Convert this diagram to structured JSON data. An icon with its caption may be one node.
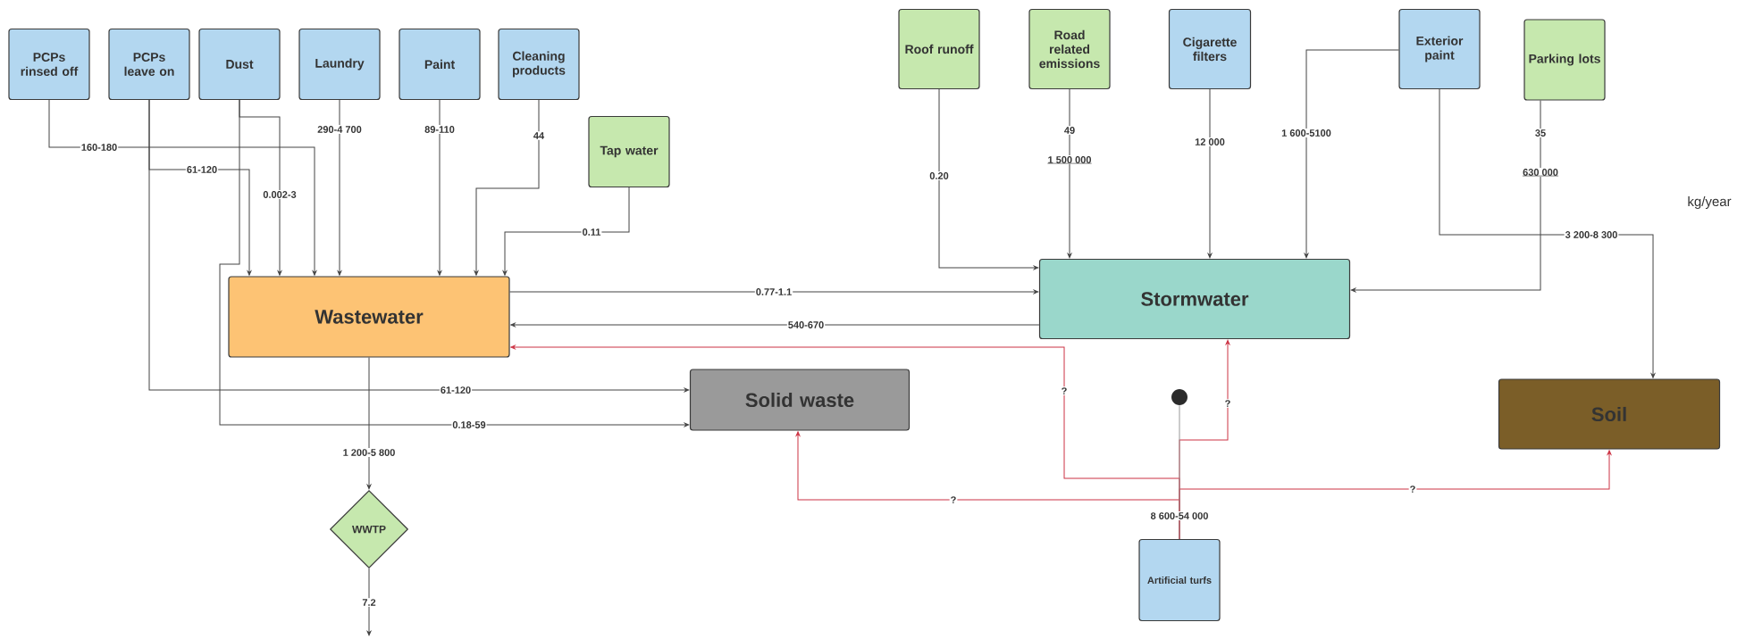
{
  "diagram": {
    "nodes": [
      {
        "text": [
          "PCPs rinsed off"
        ]
      },
      {
        "text": [
          "PCPs leave on"
        ]
      },
      {
        "text": [
          "Dust"
        ]
      },
      {
        "text": [
          "Laundry"
        ]
      },
      {
        "text": [
          "Paint"
        ]
      },
      {
        "text": [
          "Cleaning products"
        ]
      },
      {
        "text": [
          "Roof runoff"
        ]
      },
      {
        "text": [
          "Road related emissions"
        ]
      },
      {
        "text": [
          "Cigarette filters"
        ]
      },
      {
        "text": [
          "Exterior paint"
        ]
      },
      {
        "text": [
          "Parking lots"
        ]
      },
      {
        "text": [
          "Tap water"
        ]
      },
      {
        "text": [
          "Wastewater"
        ]
      },
      {
        "text": [
          "Stormwater"
        ]
      },
      {
        "text": [
          "Solid waste"
        ]
      },
      {
        "text": [
          "Soil"
        ]
      },
      {
        "text": [],
        "shape": "circle"
      },
      {
        "text": [
          "WWTP"
        ]
      },
      {
        "text": [
          "Artificial turfs"
        ]
      }
    ],
    "edges": [
      {
        "from": 0,
        "to": 12,
        "arrow": "to",
        "label": "160-180"
      },
      {
        "from": 1,
        "to": 12,
        "arrow": "to",
        "label": "61-120"
      },
      {
        "from": 2,
        "to": 12,
        "arrow": "to",
        "label": "0.002-3"
      },
      {
        "from": 3,
        "to": 12,
        "arrow": "to",
        "label": "290-4 700"
      },
      {
        "from": 4,
        "to": 12,
        "arrow": "to",
        "label": "89-110"
      },
      {
        "from": 5,
        "to": 12,
        "arrow": "to",
        "label": "44"
      },
      {
        "from": 11,
        "to": 12,
        "arrow": "to",
        "label": "0.11"
      },
      {
        "from": 1,
        "to": 14,
        "arrow": "to",
        "label": "61-120"
      },
      {
        "from": 2,
        "to": 14,
        "arrow": "to",
        "label": "0.18-59"
      },
      {
        "from": 12,
        "to": 17,
        "arrow": "to",
        "label": "1 200-5 800"
      },
      {
        "from": 17,
        "to": null,
        "arrow": "to",
        "label": "7.2"
      },
      {
        "from": 12,
        "to": 13,
        "arrow": "to",
        "label": "0.77-1.1"
      },
      {
        "from": 13,
        "to": 12,
        "arrow": "to",
        "label": "540-670"
      },
      {
        "from": 6,
        "to": 13,
        "arrow": "to",
        "label": "0.20"
      },
      {
        "from": 7,
        "to": 13,
        "arrow": "to",
        "label": "49"
      },
      {
        "from": 8,
        "to": 13,
        "arrow": "to",
        "label": "12 000"
      },
      {
        "from": 9,
        "to": 13,
        "arrow": "to",
        "label": "1 600-5100"
      },
      {
        "from": 10,
        "to": 13,
        "arrow": "to",
        "label": "35"
      },
      {
        "from": 9,
        "to": 15,
        "arrow": "to",
        "label": "3 200-8 300"
      },
      {
        "from": 18,
        "to": 16,
        "arrow": "none",
        "label": "8 600-54 000",
        "color": "#999999"
      },
      {
        "from": 18,
        "to": 13,
        "arrow": "to",
        "label": "?",
        "color": "#cc3344"
      },
      {
        "from": 18,
        "to": 12,
        "arrow": "to",
        "label": "?",
        "color": "#cc3344"
      },
      {
        "from": 18,
        "to": 14,
        "arrow": "to",
        "label": "?",
        "color": "#cc3344"
      },
      {
        "from": 18,
        "to": 15,
        "arrow": "to",
        "label": "?",
        "color": "#cc3344"
      }
    ],
    "labels": [
      "1 500 000",
      "630 000",
      "kg/year"
    ]
  }
}
